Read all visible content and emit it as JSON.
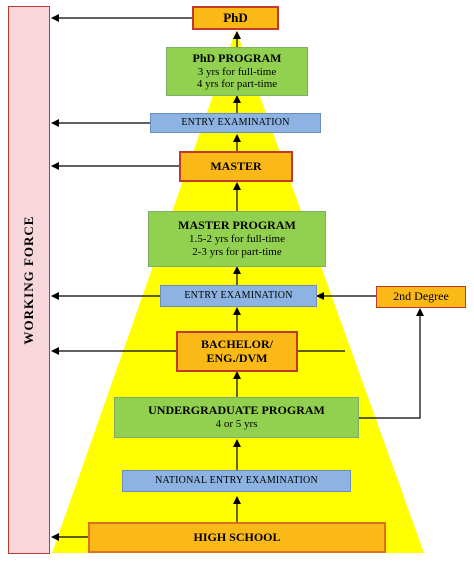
{
  "side_label": "WORKING FORCE",
  "boxes": {
    "phd": "PhD",
    "phd_program": {
      "title": "PhD PROGRAM",
      "line1": "3 yrs for full-time",
      "line2": "4 yrs for part-time"
    },
    "entry_exam_top": "ENTRY EXAMINATION",
    "master": "MASTER",
    "master_program": {
      "title": "MASTER PROGRAM",
      "line1": "1.5-2 yrs for full-time",
      "line2": "2-3 yrs for part-time"
    },
    "entry_exam_mid": "ENTRY EXAMINATION",
    "second_degree": "2nd Degree",
    "bachelor": {
      "line1": "BACHELOR/",
      "line2": "ENG./DVM"
    },
    "undergrad_program": {
      "title": "UNDERGRADUATE PROGRAM",
      "line1": "4 or 5 yrs"
    },
    "national_entry_exam": "NATIONAL ENTRY EXAMINATION",
    "high_school": "HIGH SCHOOL"
  },
  "colors": {
    "pyramid": "#ffff00",
    "orange_box": "#fbb917",
    "orange_border": "#c0392b",
    "green_box": "#92d050",
    "blue_box": "#8db3e2",
    "working_force_bar": "#f8d7dc"
  }
}
